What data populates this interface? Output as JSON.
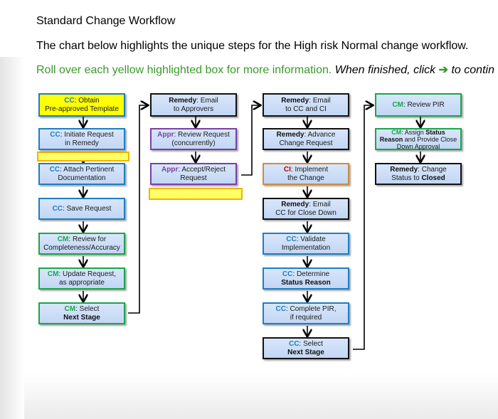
{
  "header": {
    "title": "Standard Change Workflow",
    "intro": "The chart below highlights the unique steps for the High risk Normal change workflow.",
    "instruction_green": "Roll over each yellow highlighted box for more information.",
    "instruction_italic_1": "When finished, click",
    "instruction_italic_2": "to contin"
  },
  "columns": [
    {
      "boxes": [
        {
          "role": "CC",
          "role_sep": ": ",
          "line1": "Obtain",
          "line2": "Pre-approved Template",
          "line2_bold": false
        },
        {
          "role": "CC",
          "role_sep": ": ",
          "line1": "Initiate Request",
          "line2": "in Remedy",
          "line2_bold": false
        },
        {
          "role": "CC",
          "role_sep": ": ",
          "line1": "Attach Pertinent",
          "line2": "Documentation",
          "line2_bold": false
        },
        {
          "role": "CC",
          "role_sep": ": ",
          "line1": "Save Request",
          "line2": "",
          "line2_bold": false
        },
        {
          "role": "CM",
          "role_sep": ": ",
          "line1": "Review for",
          "line2": "Completeness/Accuracy",
          "line2_bold": false
        },
        {
          "role": "CM",
          "role_sep": ": ",
          "line1": "Update Request,",
          "line2": "as appropriate",
          "line2_bold": false
        },
        {
          "role": "CM",
          "role_sep": ": ",
          "line1": "Select",
          "line2": "Next Stage",
          "line2_bold": true
        }
      ]
    },
    {
      "boxes": [
        {
          "role": "Remedy",
          "role_sep": ": ",
          "line1": "Email",
          "line2": "to Approvers",
          "line2_bold": false
        },
        {
          "role": "Appr",
          "role_sep": ": ",
          "line1": "Review Request",
          "line2": "(concurrently)",
          "line2_bold": false
        },
        {
          "role": "Appr",
          "role_sep": ": ",
          "line1": "Accept/Reject",
          "line2": "Request",
          "line2_bold": false
        }
      ]
    },
    {
      "boxes": [
        {
          "role": "Remedy",
          "role_sep": ": ",
          "line1": "Email",
          "line2": "to CC and CI",
          "line2_bold": false
        },
        {
          "role": "Remedy",
          "role_sep": ": ",
          "line1": "Advance",
          "line2": "Change Request",
          "line2_bold": false
        },
        {
          "role": "CI",
          "role_sep": ": ",
          "line1": "Implement",
          "line2": "the Change",
          "line2_bold": false
        },
        {
          "role": "Remedy",
          "role_sep": ": ",
          "line1": "Email",
          "line2": "CC for Close Down",
          "line2_bold": false
        },
        {
          "role": "CC",
          "role_sep": ": ",
          "line1": "Validate",
          "line2": "Implementation",
          "line2_bold": false
        },
        {
          "role": "CC",
          "role_sep": ": ",
          "line1": "Determine",
          "line2": "Status Reason",
          "line2_bold": true
        },
        {
          "role": "CC",
          "role_sep": ": ",
          "line1": "Complete PIR,",
          "line2": "if required",
          "line2_bold": false
        },
        {
          "role": "CC",
          "role_sep": ": ",
          "line1": "Select",
          "line2": "Next Stage",
          "line2_bold": true
        }
      ]
    },
    {
      "boxes": [
        {
          "role": "CM",
          "role_sep": ": ",
          "line1": "Review PIR",
          "line2": "",
          "line2_bold": false
        },
        {
          "role": "CM",
          "role_sep": ": ",
          "line1": "Assign",
          "line1_bold_tail": "Status",
          "line2_bold_head": "Reason",
          "line2": "and Provide Close",
          "line3": "Down Approval"
        },
        {
          "role": "Remedy",
          "role_sep": ": ",
          "line1": "Change",
          "line2_pre": "Status to ",
          "line2": "Closed",
          "line2_bold": true
        }
      ]
    }
  ],
  "colors": {
    "cc": "#1d7ec4",
    "cm": "#1aa64a",
    "appr": "#7b3fa6",
    "ci": "#c00000",
    "highlight": "#ffff00",
    "instruction_green": "#3a9a2a"
  }
}
